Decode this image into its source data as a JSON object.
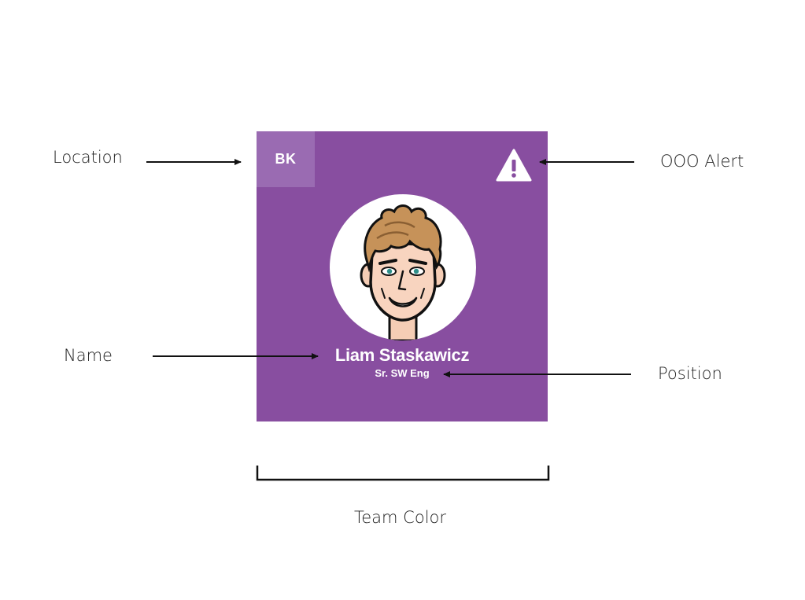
{
  "callouts": {
    "location": "Location",
    "name": "Name",
    "ooo_alert": "OOO Alert",
    "position": "Position",
    "team_color": "Team Color"
  },
  "card": {
    "location_code": "BK",
    "person_name": "Liam Staskawicz",
    "person_position": "Sr. SW Eng",
    "team_color": "#884ea0",
    "alert_icon": "warning-triangle-icon",
    "avatar": "cartoon-face-avatar"
  }
}
